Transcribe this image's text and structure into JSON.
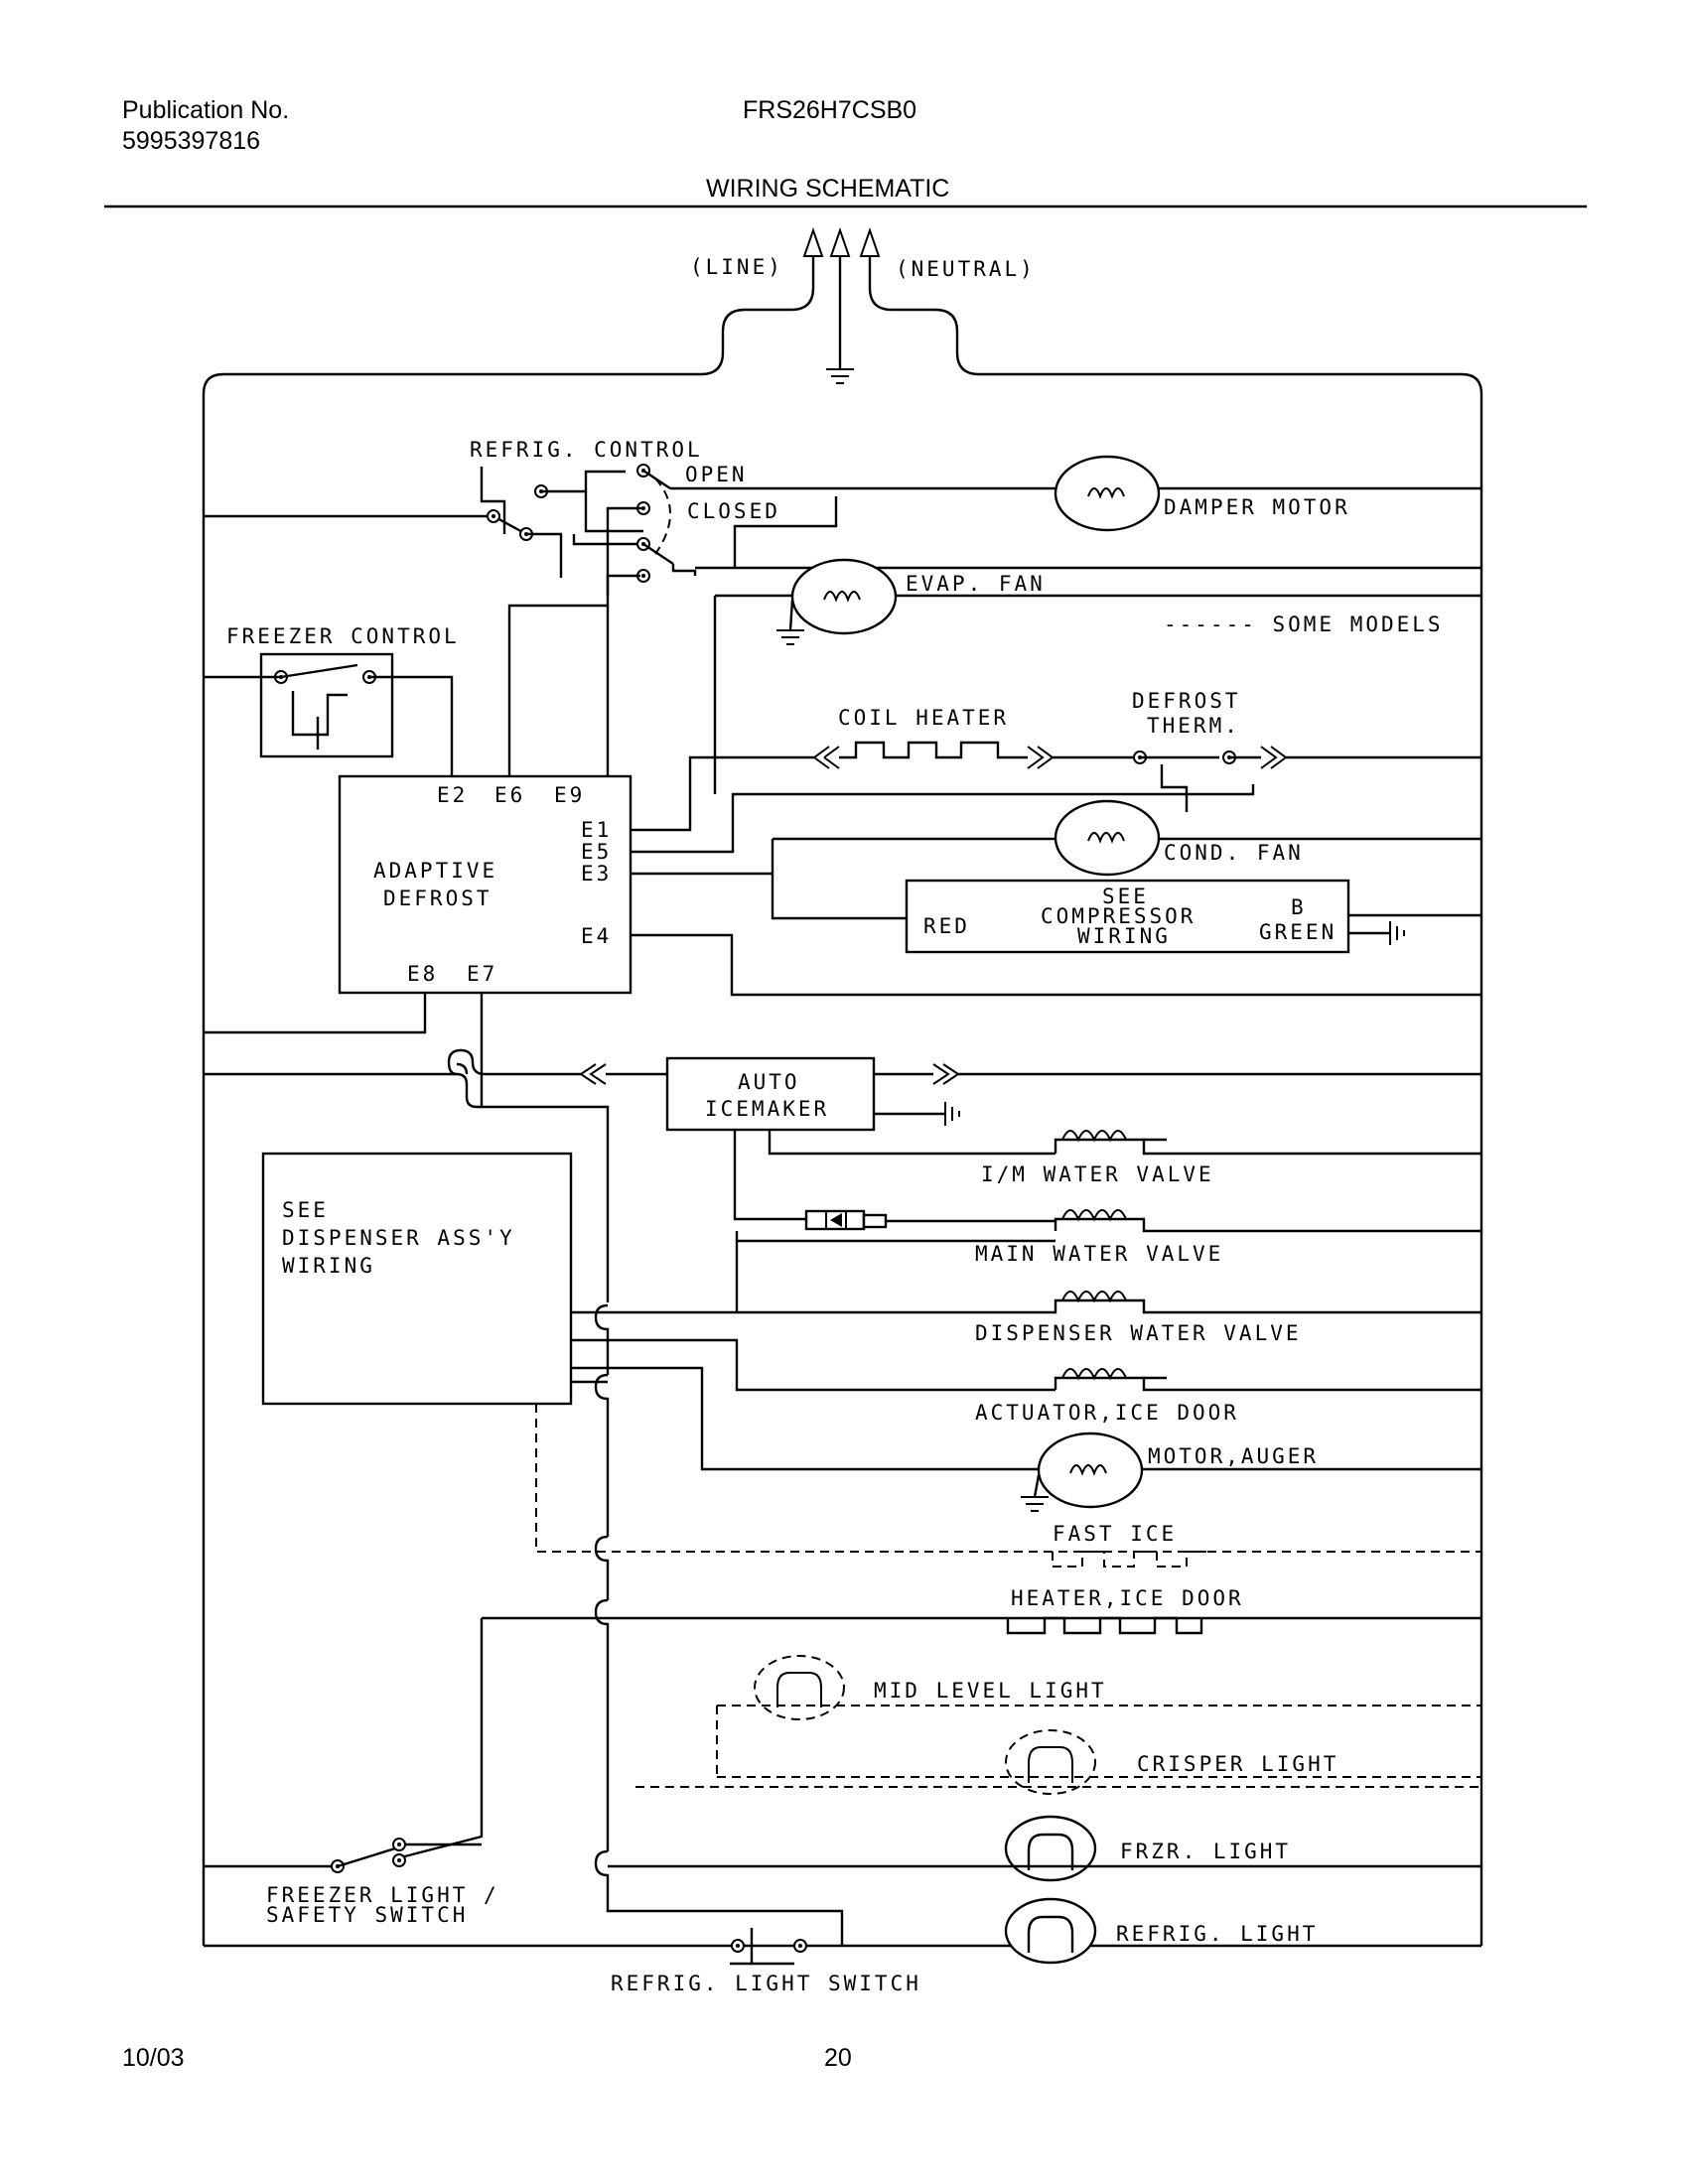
{
  "header": {
    "publication_label": "Publication No.",
    "publication_number": "5995397816",
    "model": "FRS26H7CSB0",
    "title": "WIRING SCHEMATIC"
  },
  "footer": {
    "date": "10/03",
    "page": "20"
  },
  "labels": {
    "line": "(LINE)",
    "neutral": "(NEUTRAL)",
    "refrig_control": "REFRIG. CONTROL",
    "open": "OPEN",
    "closed": "CLOSED",
    "damper_motor": "DAMPER MOTOR",
    "evap_fan": "EVAP. FAN",
    "some_models": "------ SOME MODELS",
    "freezer_control": "FREEZER CONTROL",
    "coil_heater": "COIL HEATER",
    "defrost": "DEFROST",
    "therm": "THERM.",
    "e2": "E2",
    "e6": "E6",
    "e9": "E9",
    "e1": "E1",
    "e5": "E5",
    "e3": "E3",
    "e4": "E4",
    "e8": "E8",
    "e7": "E7",
    "adaptive": "ADAPTIVE",
    "defrost_board": "DEFROST",
    "cond_fan": "COND. FAN",
    "see": "SEE",
    "compressor": "COMPRESSOR",
    "wiring": "WIRING",
    "red": "RED",
    "b": "B",
    "green": "GREEN",
    "auto": "AUTO",
    "icemaker": "ICEMAKER",
    "im_water_valve": "I/M WATER VALVE",
    "see_disp": "SEE",
    "dispenser_assy": "DISPENSER ASS'Y",
    "wiring_disp": "WIRING",
    "main_water_valve": "MAIN WATER VALVE",
    "dispenser_water_valve": "DISPENSER WATER VALVE",
    "actuator_ice_door": "ACTUATOR,ICE DOOR",
    "motor_auger": "MOTOR,AUGER",
    "fast_ice": "FAST ICE",
    "heater_ice_door": "HEATER,ICE DOOR",
    "mid_level_light": "MID LEVEL LIGHT",
    "crisper_light": "CRISPER LIGHT",
    "frzr_light": "FRZR. LIGHT",
    "refrig_light": "REFRIG. LIGHT",
    "freezer_light_1": "FREEZER LIGHT /",
    "freezer_light_2": "SAFETY SWITCH",
    "refrig_light_switch": "REFRIG. LIGHT SWITCH"
  }
}
